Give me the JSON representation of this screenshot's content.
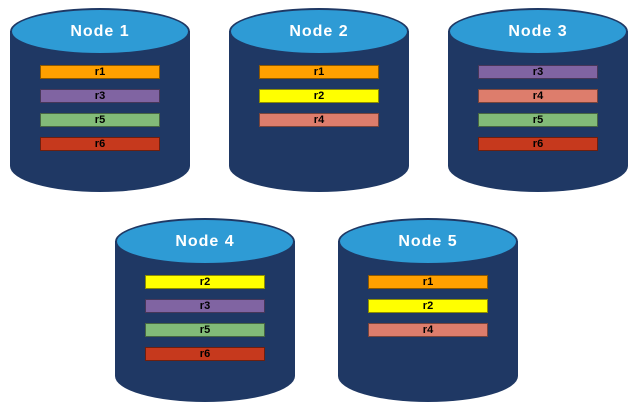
{
  "record_colors": {
    "r1": "#FFA000",
    "r2": "#FFFF00",
    "r3": "#8064A2",
    "r4": "#DD7D6C",
    "r5": "#82BB78",
    "r6": "#C6391D"
  },
  "theme": {
    "cylinder_body": "#1F3864",
    "cylinder_top": "#2E9BD5",
    "node_label_color": "#FFFFFF",
    "record_label_color": "#000000"
  },
  "nodes": [
    {
      "label": "Node 1",
      "records": [
        {
          "id": "r1",
          "color": "#FFA000"
        },
        {
          "id": "r3",
          "color": "#8064A2"
        },
        {
          "id": "r5",
          "color": "#82BB78"
        },
        {
          "id": "r6",
          "color": "#C6391D"
        }
      ]
    },
    {
      "label": "Node 2",
      "records": [
        {
          "id": "r1",
          "color": "#FFA000"
        },
        {
          "id": "r2",
          "color": "#FFFF00"
        },
        {
          "id": "r4",
          "color": "#DD7D6C"
        }
      ]
    },
    {
      "label": "Node 3",
      "records": [
        {
          "id": "r3",
          "color": "#8064A2"
        },
        {
          "id": "r4",
          "color": "#DD7D6C"
        },
        {
          "id": "r5",
          "color": "#82BB78"
        },
        {
          "id": "r6",
          "color": "#C6391D"
        }
      ]
    },
    {
      "label": "Node 4",
      "records": [
        {
          "id": "r2",
          "color": "#FFFF00"
        },
        {
          "id": "r3",
          "color": "#8064A2"
        },
        {
          "id": "r5",
          "color": "#82BB78"
        },
        {
          "id": "r6",
          "color": "#C6391D"
        }
      ]
    },
    {
      "label": "Node 5",
      "records": [
        {
          "id": "r1",
          "color": "#FFA000"
        },
        {
          "id": "r2",
          "color": "#FFFF00"
        },
        {
          "id": "r4",
          "color": "#DD7D6C"
        }
      ]
    }
  ]
}
